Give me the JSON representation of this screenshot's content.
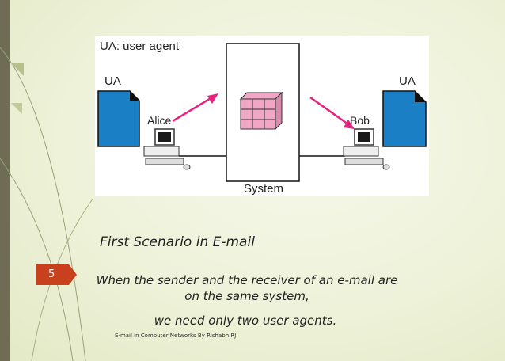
{
  "slide": {
    "number": "5",
    "title": "First Scenario in E-mail",
    "body_lines": [
      "When the sender and the receiver of an e-mail are",
      "on the same system,"
    ],
    "last_line": "we need only two user agents.",
    "footer": "E-mail in Computer Networks By Rishabh RJ"
  },
  "figure": {
    "legend": "UA: user agent",
    "left_ua": "UA",
    "right_ua": "UA",
    "sender": "Alice",
    "receiver": "Bob",
    "system": "System"
  },
  "colors": {
    "accent": "#c9401c",
    "document": "#1a7fc4",
    "arrow": "#e6217f",
    "mailbox": "#f0a6c4"
  }
}
